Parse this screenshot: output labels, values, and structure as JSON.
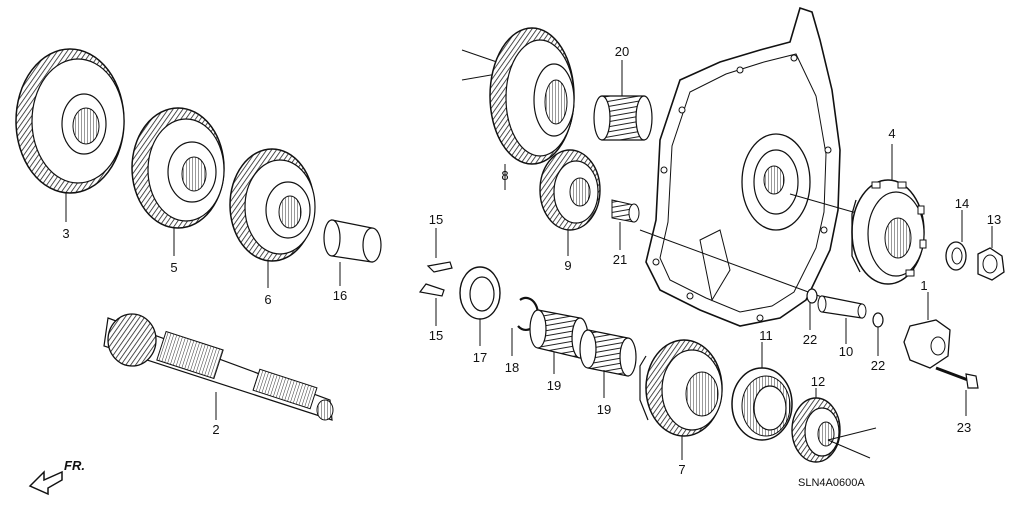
{
  "diagram_code": "SLN4A0600A",
  "direction_label": "FR.",
  "callouts": [
    {
      "id": "c1",
      "label": "1"
    },
    {
      "id": "c2",
      "label": "2"
    },
    {
      "id": "c3",
      "label": "3"
    },
    {
      "id": "c4",
      "label": "4"
    },
    {
      "id": "c5",
      "label": "5"
    },
    {
      "id": "c6",
      "label": "6"
    },
    {
      "id": "c7",
      "label": "7"
    },
    {
      "id": "c8",
      "label": "8"
    },
    {
      "id": "c9",
      "label": "9"
    },
    {
      "id": "c10",
      "label": "10"
    },
    {
      "id": "c11",
      "label": "11"
    },
    {
      "id": "c12",
      "label": "12"
    },
    {
      "id": "c13",
      "label": "13"
    },
    {
      "id": "c14",
      "label": "14"
    },
    {
      "id": "c15a",
      "label": "15"
    },
    {
      "id": "c15b",
      "label": "15"
    },
    {
      "id": "c16",
      "label": "16"
    },
    {
      "id": "c17",
      "label": "17"
    },
    {
      "id": "c18",
      "label": "18"
    },
    {
      "id": "c19a",
      "label": "19"
    },
    {
      "id": "c19b",
      "label": "19"
    },
    {
      "id": "c20",
      "label": "20"
    },
    {
      "id": "c21",
      "label": "21"
    },
    {
      "id": "c22a",
      "label": "22"
    },
    {
      "id": "c22b",
      "label": "22"
    },
    {
      "id": "c23",
      "label": "23"
    }
  ]
}
